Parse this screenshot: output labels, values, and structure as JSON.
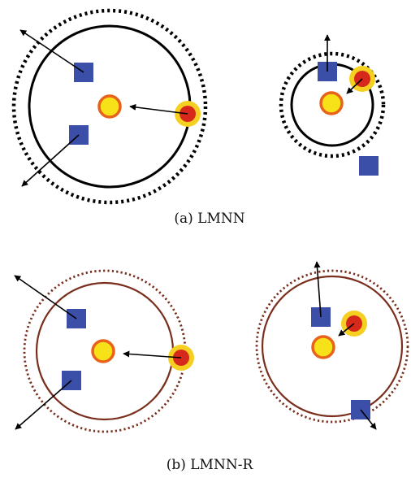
{
  "captions": {
    "a": "(a) LMNN",
    "b": "(b) LMNN-R"
  },
  "colors": {
    "boundary_a": "#000000",
    "boundary_b": "#7a2e1c",
    "impostor_square": "#3b4fa8",
    "target_fill": "#f7e21a",
    "target_ring": "#e8621a",
    "neighbor_fill": "#d7281c",
    "neighbor_halo": "#f5d020",
    "arrow": "#000000"
  },
  "panels": [
    {
      "name": "lmnn-left"
    },
    {
      "name": "lmnn-right"
    },
    {
      "name": "lmnn-r-left"
    },
    {
      "name": "lmnn-r-right"
    }
  ]
}
